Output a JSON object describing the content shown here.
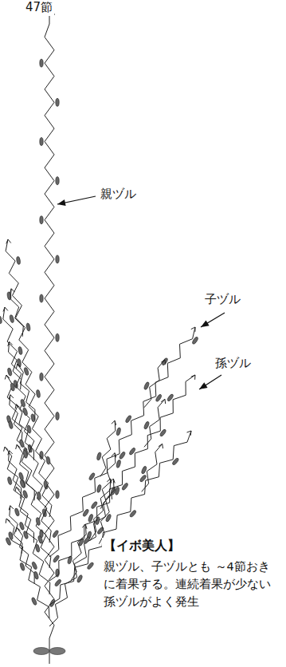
{
  "diagram": {
    "labels": [
      "47節",
      "親ヅル",
      "子ヅル",
      "孫ヅル",
      "【イボ美人】",
      "親ヅル、子ヅルとも ～4節おきに着果する。連続着果が少ない 孫ヅルがよく発生"
    ]
  }
}
